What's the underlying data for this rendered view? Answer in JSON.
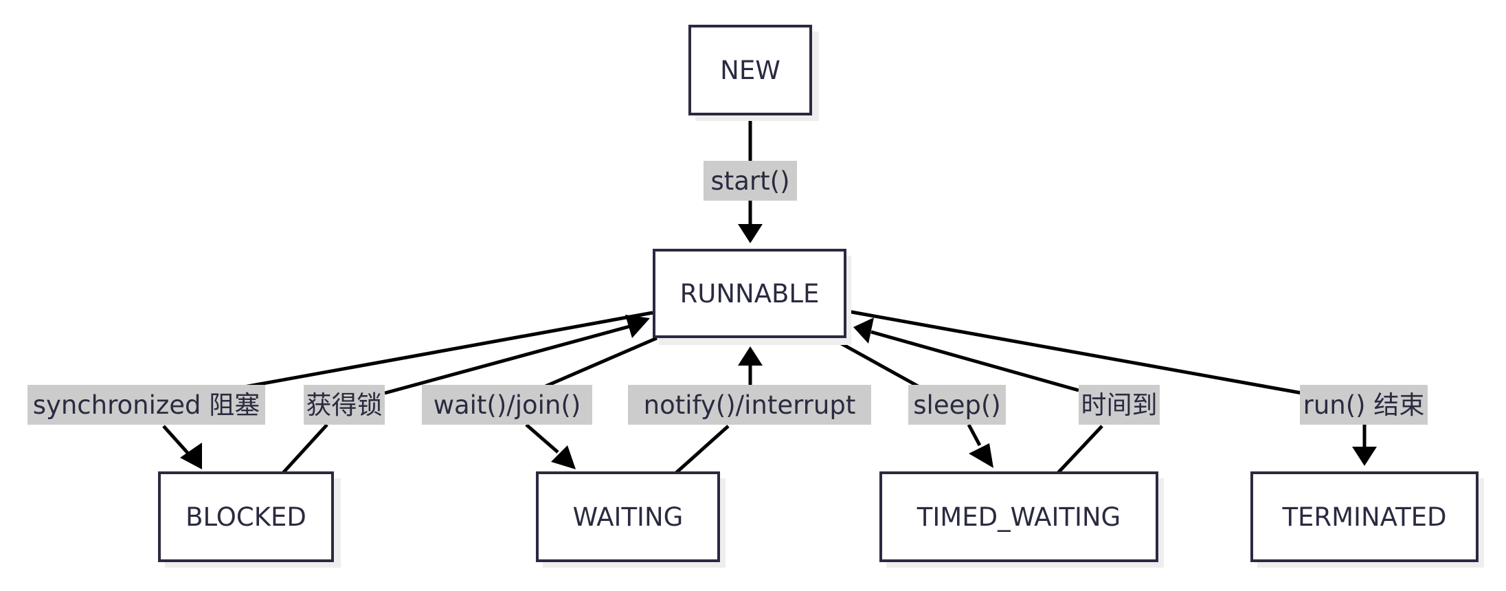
{
  "diagram": {
    "nodes": [
      {
        "id": "new",
        "label": "NEW"
      },
      {
        "id": "runnable",
        "label": "RUNNABLE"
      },
      {
        "id": "blocked",
        "label": "BLOCKED"
      },
      {
        "id": "waiting",
        "label": "WAITING"
      },
      {
        "id": "timed_waiting",
        "label": "TIMED_WAITING"
      },
      {
        "id": "terminated",
        "label": "TERMINATED"
      }
    ],
    "edges": [
      {
        "from": "new",
        "to": "runnable",
        "label": "start()"
      },
      {
        "from": "runnable",
        "to": "blocked",
        "label": "synchronized 阻塞"
      },
      {
        "from": "blocked",
        "to": "runnable",
        "label": "获得锁"
      },
      {
        "from": "runnable",
        "to": "waiting",
        "label": "wait()/join()"
      },
      {
        "from": "waiting",
        "to": "runnable",
        "label": "notify()/interrupt"
      },
      {
        "from": "runnable",
        "to": "timed_waiting",
        "label": "sleep()"
      },
      {
        "from": "timed_waiting",
        "to": "runnable",
        "label": "时间到"
      },
      {
        "from": "runnable",
        "to": "terminated",
        "label": "run() 结束"
      }
    ]
  }
}
